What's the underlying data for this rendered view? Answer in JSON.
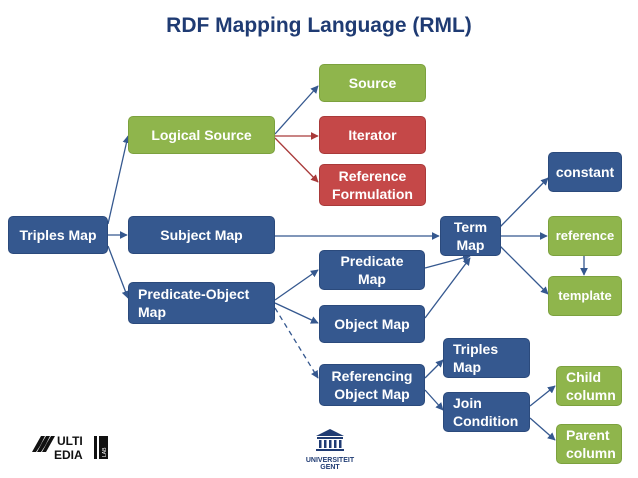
{
  "title": "RDF Mapping Language (RML)",
  "nodes": {
    "triples_map": "Triples Map",
    "logical_source": "Logical Source",
    "subject_map": "Subject Map",
    "predicate_object_map": "Predicate-Object\nMap",
    "source": "Source",
    "iterator": "Iterator",
    "reference_formulation": "Reference\nFormulation",
    "predicate_map": "Predicate\nMap",
    "object_map": "Object Map",
    "referencing_object_map": "Referencing\nObject Map",
    "term_map": "Term\nMap",
    "constant": "constant",
    "reference": "reference",
    "template": "template",
    "triples_map_ref": "Triples\nMap",
    "join_condition": "Join\nCondition",
    "child_column": "Child\ncolumn",
    "parent_column": "Parent\ncolumn"
  },
  "logos": {
    "multimedia_lab_text": "MULTI MEDIA LAB",
    "universiteit_gent_text": "UNIVERSITEIT\nGENT"
  },
  "colors": {
    "blue": "#35588f",
    "green": "#8fb54c",
    "red": "#c54848",
    "title": "#1f3b73"
  }
}
